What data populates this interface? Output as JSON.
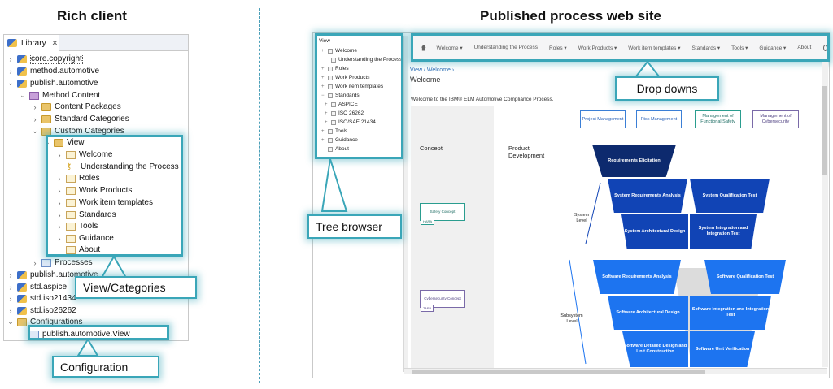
{
  "headings": {
    "left": "Rich client",
    "right": "Published process web site"
  },
  "library": {
    "tab_label": "Library",
    "close_glyph": "✕",
    "items": [
      {
        "label": "core.copyright",
        "icon": "plugin-icon",
        "chevron": "›"
      },
      {
        "label": "method.automotive",
        "icon": "plugin-icon",
        "chevron": "›"
      },
      {
        "label": "publish.automotive",
        "icon": "plugin-icon",
        "chevron": "⌄"
      },
      {
        "label": "Method Content",
        "icon": "method-content-icon",
        "chevron": "⌄"
      },
      {
        "label": "Content Packages",
        "icon": "content-package-icon",
        "chevron": "›"
      },
      {
        "label": "Standard Categories",
        "icon": "folder-icon",
        "chevron": "›"
      },
      {
        "label": "Custom Categories",
        "icon": "folder-icon",
        "chevron": "⌄"
      },
      {
        "label": "View",
        "icon": "folder-icon",
        "chevron": "⌄"
      },
      {
        "label": "Welcome",
        "icon": "page-icon",
        "chevron": "›"
      },
      {
        "label": "Understanding the Process",
        "icon": "key-icon",
        "chevron": ""
      },
      {
        "label": "Roles",
        "icon": "page-icon",
        "chevron": "›"
      },
      {
        "label": "Work Products",
        "icon": "page-icon",
        "chevron": "›"
      },
      {
        "label": "Work item templates",
        "icon": "page-icon",
        "chevron": "›"
      },
      {
        "label": "Standards",
        "icon": "page-icon",
        "chevron": "›"
      },
      {
        "label": "Tools",
        "icon": "page-icon",
        "chevron": "›"
      },
      {
        "label": "Guidance",
        "icon": "page-icon",
        "chevron": "›"
      },
      {
        "label": "About",
        "icon": "page-icon",
        "chevron": ""
      },
      {
        "label": "Processes",
        "icon": "process-icon",
        "chevron": "›"
      },
      {
        "label": "publish.automotive",
        "icon": "plugin-icon",
        "chevron": "›"
      },
      {
        "label": "std.aspice",
        "icon": "plugin-icon",
        "chevron": "›"
      },
      {
        "label": "std.iso21434",
        "icon": "plugin-icon",
        "chevron": "›"
      },
      {
        "label": "std.iso26262",
        "icon": "plugin-icon",
        "chevron": "›"
      },
      {
        "label": "Configurations",
        "icon": "folder-icon",
        "chevron": "⌄"
      },
      {
        "label": "publish.automotive.View",
        "icon": "config-icon",
        "chevron": ""
      }
    ]
  },
  "callouts": {
    "view_categories": "View/Categories",
    "configuration": "Configuration",
    "tree_browser": "Tree browser",
    "drop_downs": "Drop downs"
  },
  "site": {
    "tree": {
      "title": "View",
      "items": [
        {
          "label": "Welcome",
          "exp": "+"
        },
        {
          "label": "Understanding the Process",
          "exp": ""
        },
        {
          "label": "Roles",
          "exp": "+"
        },
        {
          "label": "Work Products",
          "exp": "+"
        },
        {
          "label": "Work item templates",
          "exp": "+"
        },
        {
          "label": "Standards",
          "exp": "−"
        },
        {
          "label": "ASPICE",
          "exp": "+"
        },
        {
          "label": "ISO 26262",
          "exp": "+"
        },
        {
          "label": "ISO/SAE 21434",
          "exp": "+"
        },
        {
          "label": "Tools",
          "exp": "+"
        },
        {
          "label": "Guidance",
          "exp": "+"
        },
        {
          "label": "About",
          "exp": ""
        }
      ]
    },
    "nav": [
      "Welcome ▾",
      "Understanding the Process",
      "Roles ▾",
      "Work Products ▾",
      "Work item templates ▾",
      "Standards ▾",
      "Tools ▾",
      "Guidance ▾",
      "About"
    ],
    "breadcrumb": "View / Welcome ›",
    "page_title": "Welcome",
    "welcome_text": "Welcome to the IBM® ELM Automotive Compliance Process.",
    "buttons": [
      "Project Management",
      "Risk Management",
      "Management of Functional Safety",
      "Management of Cybersecurity"
    ],
    "labels": {
      "concept": "Concept",
      "product_dev": "Product Development",
      "system_level": "System Level",
      "subsystem_level": "Subsystem Level"
    },
    "concept_boxes": {
      "safety": "Safety Concept",
      "safety_tag": "HARA",
      "cyber": "Cybersecurity Concept",
      "cyber_tag": "TARA"
    },
    "v_blocks": [
      "Requirements Elicitation",
      "System Requirements Analysis",
      "System Qualification Test",
      "System Architectural Design",
      "System Integration and Integration Test",
      "Software Requirements Analysis",
      "Software Qualification Test",
      "Software Architectural Design",
      "Software Integration and Integration Test",
      "Software Detailed Design and Unit Construction",
      "Software Unit Verification"
    ]
  },
  "colors": {
    "accent": "#3aa6b8",
    "dark_navy": "#0d2a6e",
    "system_blue": "#1144b5",
    "software_blue": "#1d74f0"
  }
}
